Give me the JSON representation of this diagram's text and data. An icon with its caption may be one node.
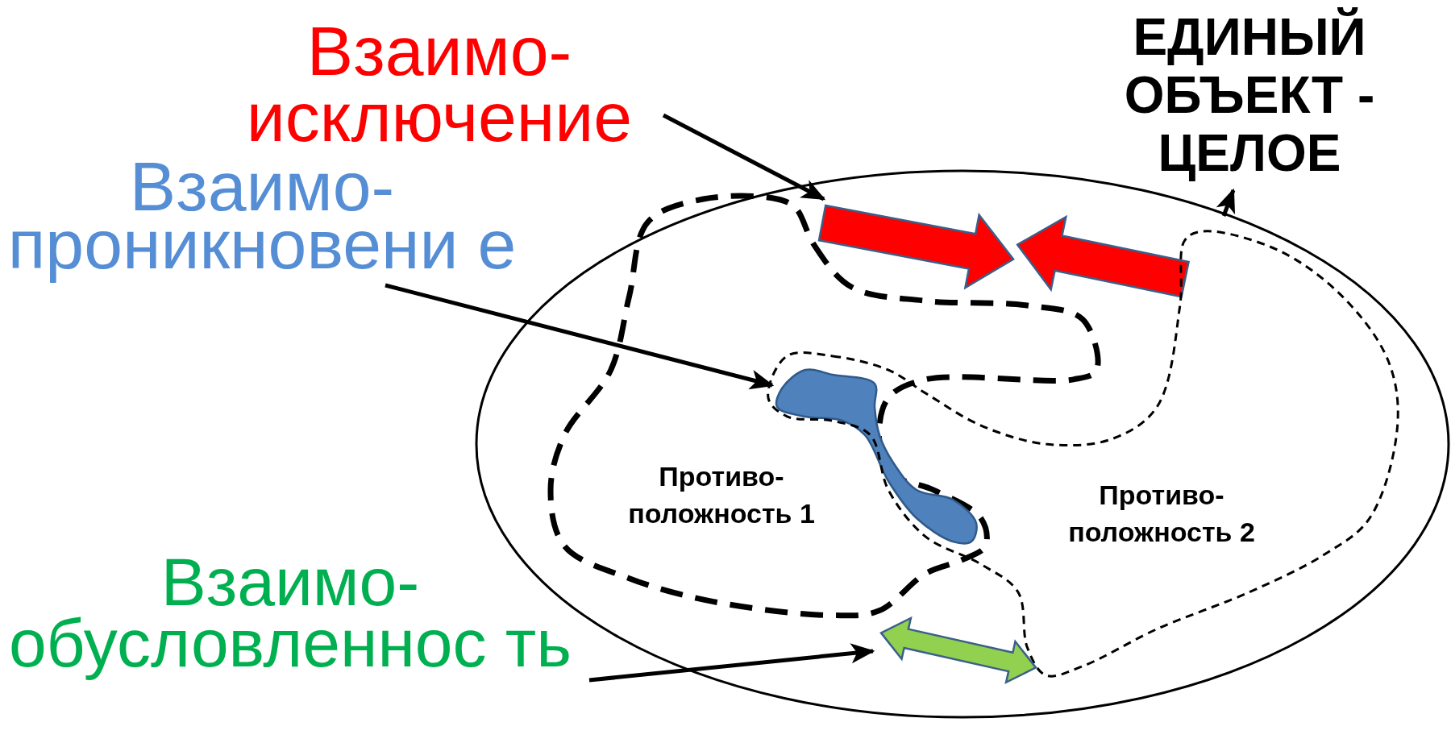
{
  "diagram": {
    "nodes": [
      {
        "text": [
          "Взаимо- исключение"
        ]
      },
      {
        "text": [
          "ЕДИНЫЙ ОБЪЕКТ - ЦЕЛОЕ"
        ]
      },
      {
        "text": [],
        "shape": "arrow",
        "in": 1
      },
      {
        "text": [
          "Взаимо- проникновени е"
        ]
      },
      {
        "text": [
          "Противо- положность 1"
        ],
        "in": 1
      },
      {
        "text": [],
        "shape": "blob",
        "in": 4
      },
      {
        "text": [
          "Противо- положность 2"
        ],
        "in": 1
      },
      {
        "text": [
          "Взаимо- обусловленнос ть"
        ]
      },
      {
        "text": [],
        "shape": "arrow",
        "in": 1
      }
    ],
    "edges": [
      {
        "from": 0,
        "to": 2,
        "arrow": "to"
      },
      {
        "from": 3,
        "to": 5,
        "arrow": "to"
      },
      {
        "from": 7,
        "to": 8,
        "arrow": "to"
      },
      {
        "from": null,
        "to": 1,
        "arrow": "to"
      }
    ]
  }
}
